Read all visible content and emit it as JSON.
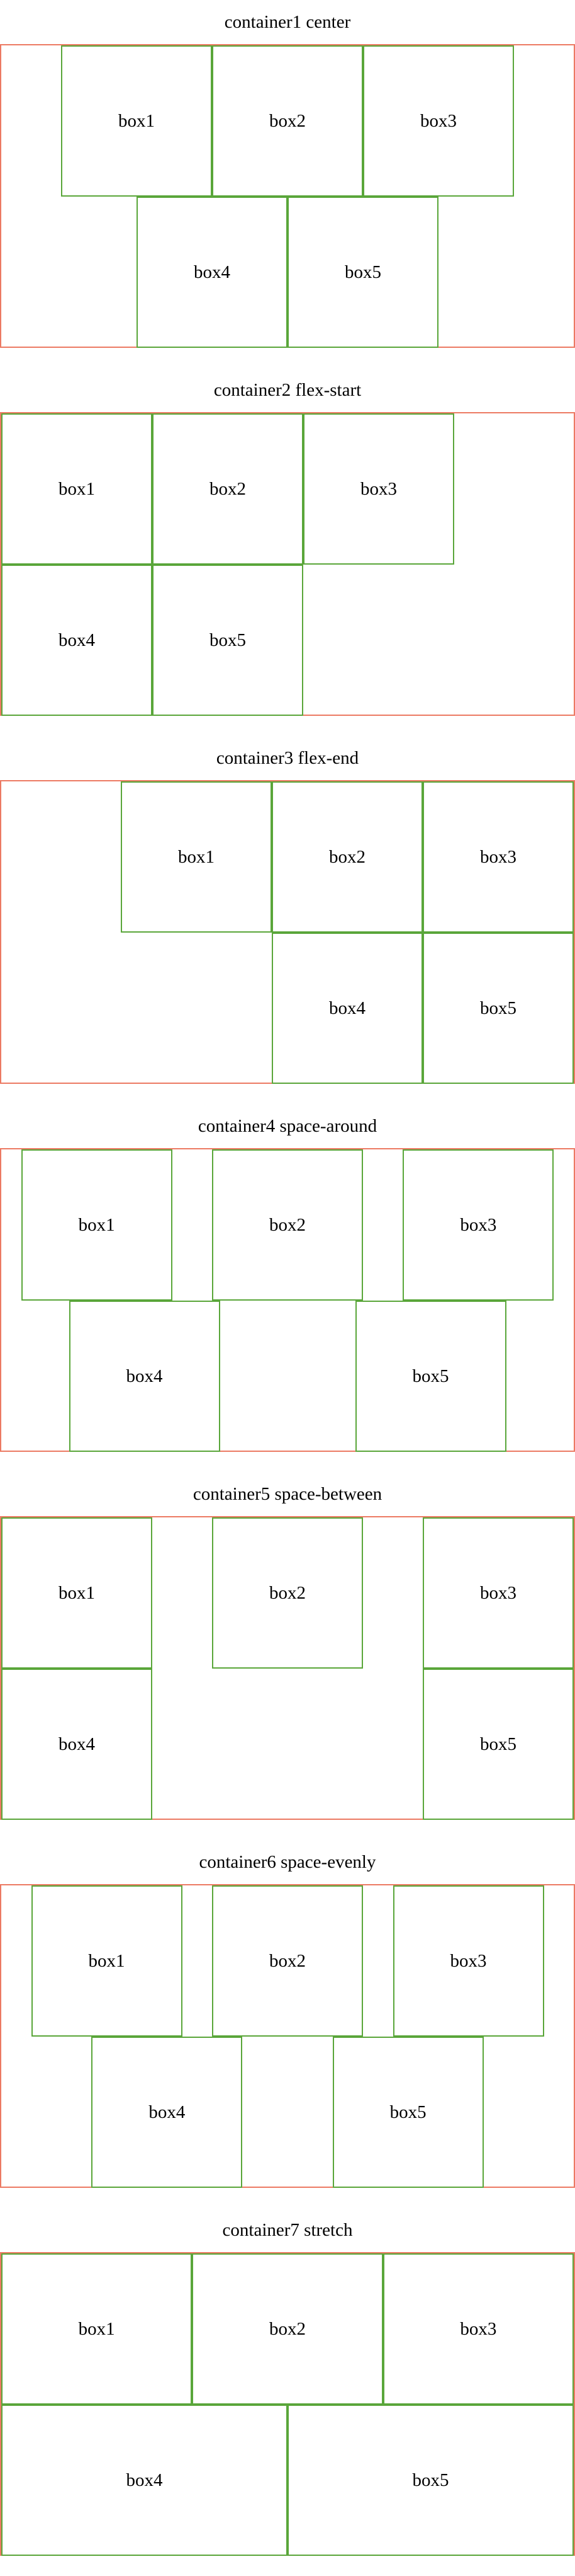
{
  "sections": [
    {
      "title": "container1 center",
      "boxes": [
        "box1",
        "box2",
        "box3",
        "box4",
        "box5"
      ]
    },
    {
      "title": "container2 flex-start",
      "boxes": [
        "box1",
        "box2",
        "box3",
        "box4",
        "box5"
      ]
    },
    {
      "title": "container3 flex-end",
      "boxes": [
        "box1",
        "box2",
        "box3",
        "box4",
        "box5"
      ]
    },
    {
      "title": "container4 space-around",
      "boxes": [
        "box1",
        "box2",
        "box3",
        "box4",
        "box5"
      ]
    },
    {
      "title": "container5 space-between",
      "boxes": [
        "box1",
        "box2",
        "box3",
        "box4",
        "box5"
      ]
    },
    {
      "title": "container6 space-evenly",
      "boxes": [
        "box1",
        "box2",
        "box3",
        "box4",
        "box5"
      ]
    },
    {
      "title": "container7 stretch",
      "boxes": [
        "box1",
        "box2",
        "box3",
        "box4",
        "box5"
      ]
    }
  ],
  "colors": {
    "container_border": "#ec7a63",
    "box_border": "#5aa63a"
  }
}
